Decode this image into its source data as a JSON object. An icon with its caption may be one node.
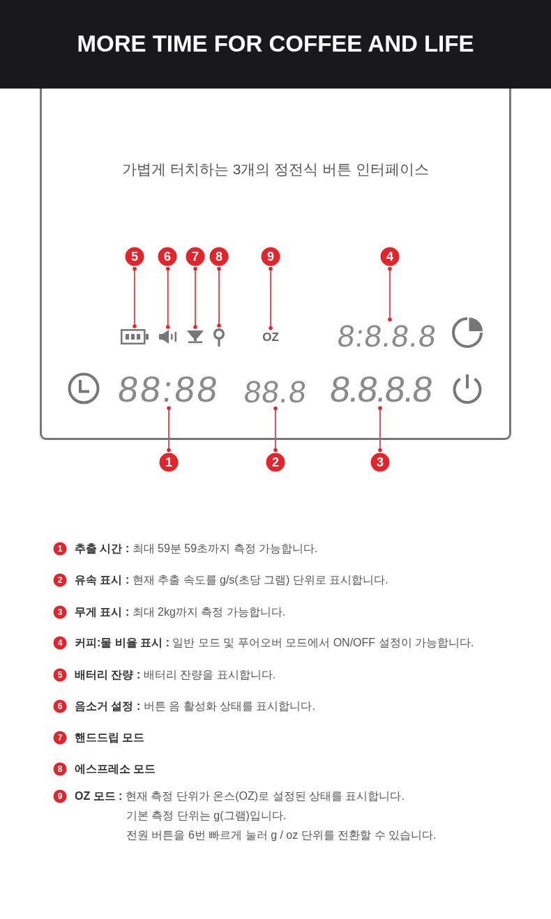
{
  "diagram": {
    "title": "MORE TIME FOR COFFEE AND LIFE",
    "nodes": [
      {
        "text": [
          "가볍게 터치하는 3개의 정전식 버튼 인터페이스"
        ]
      },
      {
        "text": [
          "5"
        ],
        "in": 0
      },
      {
        "text": [
          "6"
        ],
        "in": 0
      },
      {
        "text": [
          "7"
        ],
        "in": 0
      },
      {
        "text": [
          "8"
        ],
        "in": 0
      },
      {
        "text": [
          "9"
        ],
        "in": 0
      },
      {
        "text": [
          "4"
        ],
        "in": 0
      },
      {
        "text": [],
        "shape": "picture",
        "in": 0
      },
      {
        "text": [],
        "shape": "picture",
        "in": 0
      },
      {
        "text": [],
        "shape": "picture",
        "in": 0
      },
      {
        "text": [],
        "shape": "picture",
        "in": 0
      },
      {
        "text": [
          "OZ"
        ],
        "in": 0
      },
      {
        "text": [
          "8:8.8.8"
        ],
        "in": 0
      },
      {
        "text": [
          "88:88"
        ],
        "in": 0
      },
      {
        "text": [
          "88.8"
        ],
        "in": 0
      },
      {
        "text": [
          "8.8.8.8"
        ],
        "in": 0
      },
      {
        "text": [
          "1"
        ]
      },
      {
        "text": [
          "2"
        ]
      },
      {
        "text": [
          "3"
        ]
      }
    ],
    "edges": [
      {
        "from": 1,
        "to": 7,
        "arrow": "other"
      },
      {
        "from": 2,
        "to": 8,
        "arrow": "other"
      },
      {
        "from": 3,
        "to": 9,
        "arrow": "other"
      },
      {
        "from": 4,
        "to": 10,
        "arrow": "other"
      },
      {
        "from": 5,
        "to": 11,
        "arrow": "other"
      },
      {
        "from": 6,
        "to": 12,
        "arrow": "other"
      },
      {
        "from": 16,
        "to": 13,
        "arrow": "other"
      },
      {
        "from": 17,
        "to": 14,
        "arrow": "other"
      },
      {
        "from": 18,
        "to": 15,
        "arrow": "other"
      }
    ],
    "labels": [
      "1",
      "**추출 시간 :** 최대 59분 59초까지 측정 가능합니다.",
      "2",
      "**유속 표시 :** 현재 추출 속도를 g/s(초당 그램) 단위로 표시합니다.",
      "3",
      "**무게 표시 :** 최대 2kg까지 측정 가능합니다.",
      "4",
      "**커피:물 비율 표시 :** 일반 모드 및 푸어오버 모드에서 ON/OFF 설정이 가능합니다.",
      "5",
      "**배터리 잔량 :** 배터리 잔량을 표시합니다.",
      "6",
      "**음소거 설정 :** 버튼 음 활성화 상태를 표시합니다.",
      "7",
      "핸드드립 모드",
      "8",
      "에스프레소 모드",
      "9",
      "**OZ 모드 :** 현재 측정 단위가 온스(OZ)로 설정된 상태를 표시합니다.",
      "기본 측정 단위는 g(그램)입니다.",
      "전원 버튼을 6번 빠르게 눌러 g / oz 단위를 전환할 수 있습니다."
    ]
  }
}
